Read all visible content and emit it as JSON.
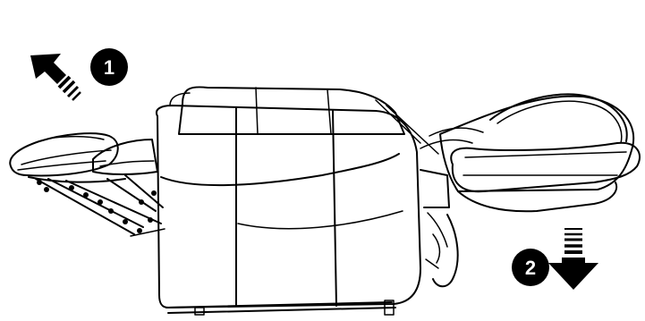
{
  "steps": [
    {
      "number": "1",
      "direction": "up-left",
      "icon": "arrow-up-left-icon"
    },
    {
      "number": "2",
      "direction": "down",
      "icon": "arrow-down-icon"
    }
  ],
  "colors": {
    "ink": "#000000",
    "paper": "#ffffff"
  }
}
